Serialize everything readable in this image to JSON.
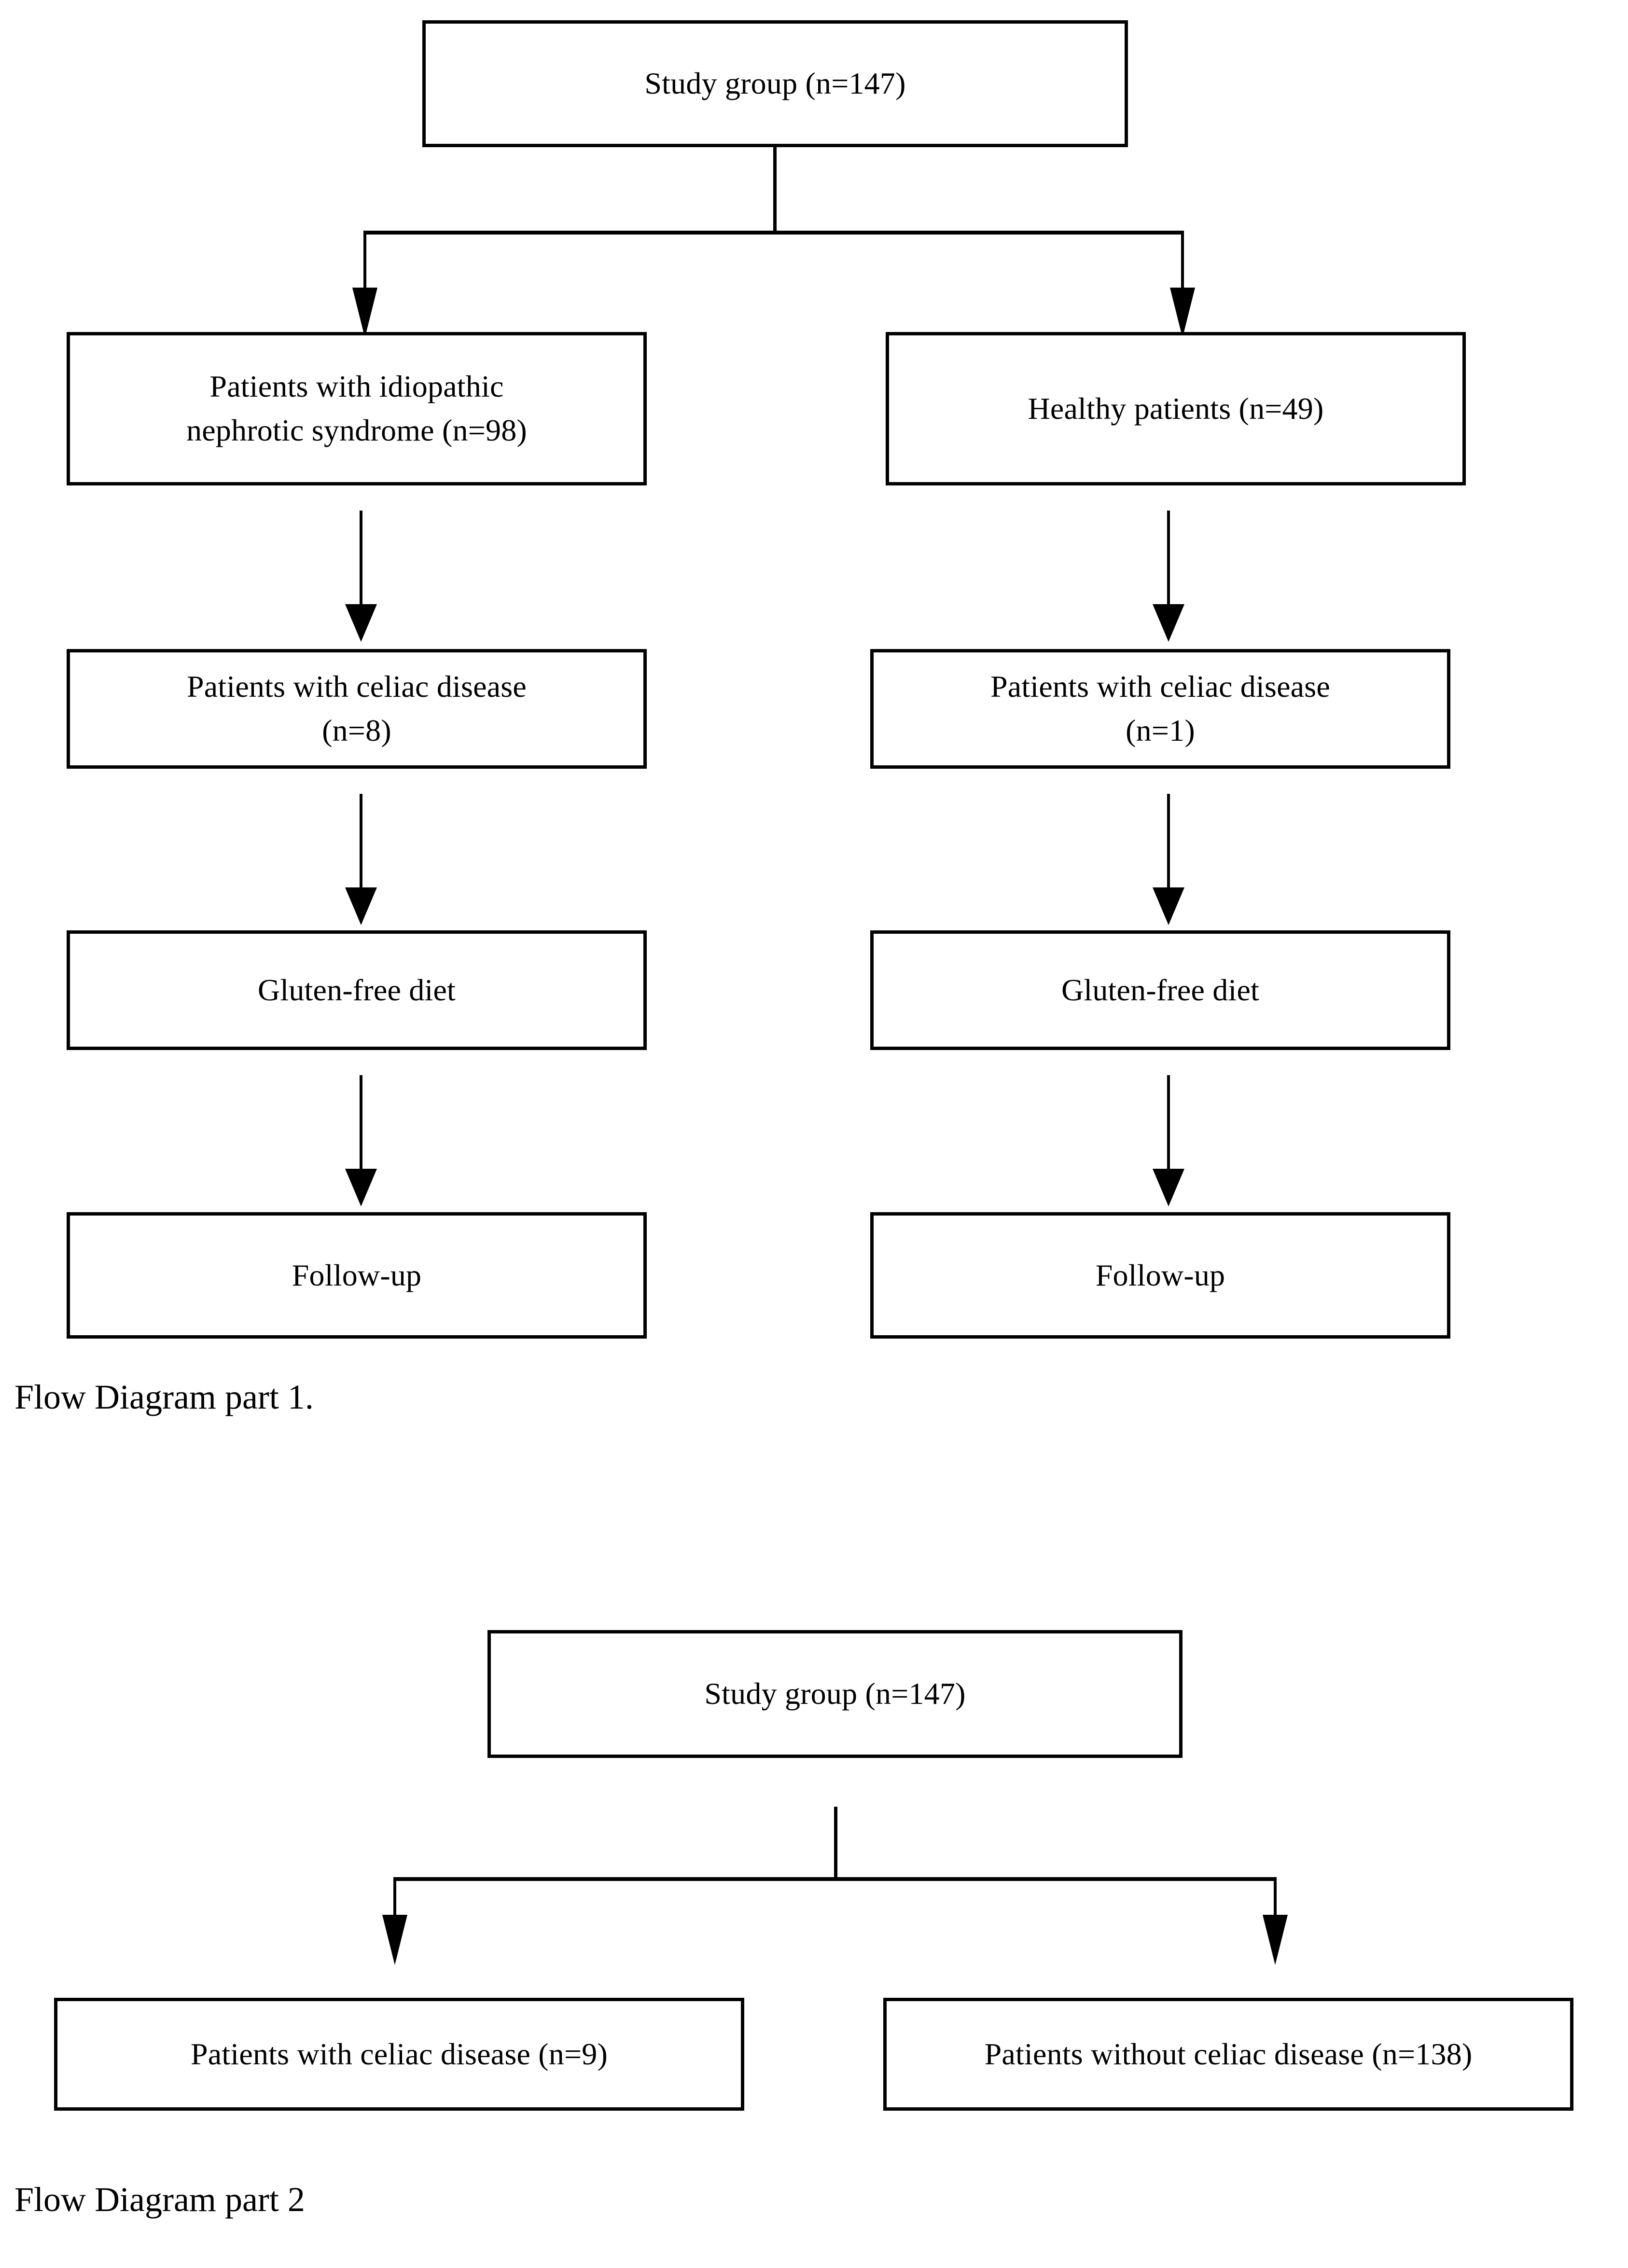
{
  "document": {
    "background_color": "#ffffff",
    "line_color": "#000000",
    "text_color": "#000000"
  },
  "diagrams": [
    {
      "id": "flow-diagram-part-1",
      "caption": "Flow Diagram part 1.",
      "nodes": {
        "root": "Study group  (n=147)",
        "left_branch": "Patients with idiopathic\nnephrotic syndrome (n=98)",
        "right_branch": "Healthy patients (n=49)",
        "left_celiac": "Patients with celiac disease\n(n=8)",
        "right_celiac": "Patients with celiac disease\n(n=1)",
        "left_diet": "Gluten-free diet",
        "right_diet": "Gluten-free diet",
        "left_followup": "Follow-up",
        "right_followup": "Follow-up"
      }
    },
    {
      "id": "flow-diagram-part-2",
      "caption": "Flow Diagram part 2",
      "nodes": {
        "root": "Study group  (n=147)",
        "left_branch": "Patients with celiac disease (n=9)",
        "right_branch": "Patients without celiac disease (n=138)"
      }
    }
  ],
  "chart_data": {
    "type": "diagram",
    "title": "Study flow diagram (two parts)",
    "parts": [
      {
        "name": "Flow Diagram part 1.",
        "nodes": [
          {
            "id": "p1-study-group",
            "label": "Study group  (n=147)",
            "n": 147,
            "level": 0
          },
          {
            "id": "p1-ins",
            "label": "Patients with idiopathic nephrotic syndrome (n=98)",
            "n": 98,
            "level": 1,
            "column": "left"
          },
          {
            "id": "p1-healthy",
            "label": "Healthy patients (n=49)",
            "n": 49,
            "level": 1,
            "column": "right"
          },
          {
            "id": "p1-celiac-left",
            "label": "Patients with celiac disease (n=8)",
            "n": 8,
            "level": 2,
            "column": "left"
          },
          {
            "id": "p1-celiac-right",
            "label": "Patients with celiac disease (n=1)",
            "n": 1,
            "level": 2,
            "column": "right"
          },
          {
            "id": "p1-diet-left",
            "label": "Gluten-free diet",
            "level": 3,
            "column": "left"
          },
          {
            "id": "p1-diet-right",
            "label": "Gluten-free diet",
            "level": 3,
            "column": "right"
          },
          {
            "id": "p1-followup-left",
            "label": "Follow-up",
            "level": 4,
            "column": "left"
          },
          {
            "id": "p1-followup-right",
            "label": "Follow-up",
            "level": 4,
            "column": "right"
          }
        ],
        "edges": [
          {
            "from": "p1-study-group",
            "to": "p1-ins",
            "type": "split-arrow"
          },
          {
            "from": "p1-study-group",
            "to": "p1-healthy",
            "type": "split-arrow"
          },
          {
            "from": "p1-ins",
            "to": "p1-celiac-left",
            "type": "arrow"
          },
          {
            "from": "p1-healthy",
            "to": "p1-celiac-right",
            "type": "arrow"
          },
          {
            "from": "p1-celiac-left",
            "to": "p1-diet-left",
            "type": "arrow"
          },
          {
            "from": "p1-celiac-right",
            "to": "p1-diet-right",
            "type": "arrow"
          },
          {
            "from": "p1-diet-left",
            "to": "p1-followup-left",
            "type": "arrow"
          },
          {
            "from": "p1-diet-right",
            "to": "p1-followup-right",
            "type": "arrow"
          }
        ]
      },
      {
        "name": "Flow Diagram part 2",
        "nodes": [
          {
            "id": "p2-study-group",
            "label": "Study group  (n=147)",
            "n": 147,
            "level": 0
          },
          {
            "id": "p2-celiac",
            "label": "Patients with celiac disease (n=9)",
            "n": 9,
            "level": 1,
            "column": "left"
          },
          {
            "id": "p2-no-celiac",
            "label": "Patients without celiac disease (n=138)",
            "n": 138,
            "level": 1,
            "column": "right"
          }
        ],
        "edges": [
          {
            "from": "p2-study-group",
            "to": "p2-celiac",
            "type": "split-arrow"
          },
          {
            "from": "p2-study-group",
            "to": "p2-no-celiac",
            "type": "split-arrow"
          }
        ]
      }
    ]
  }
}
